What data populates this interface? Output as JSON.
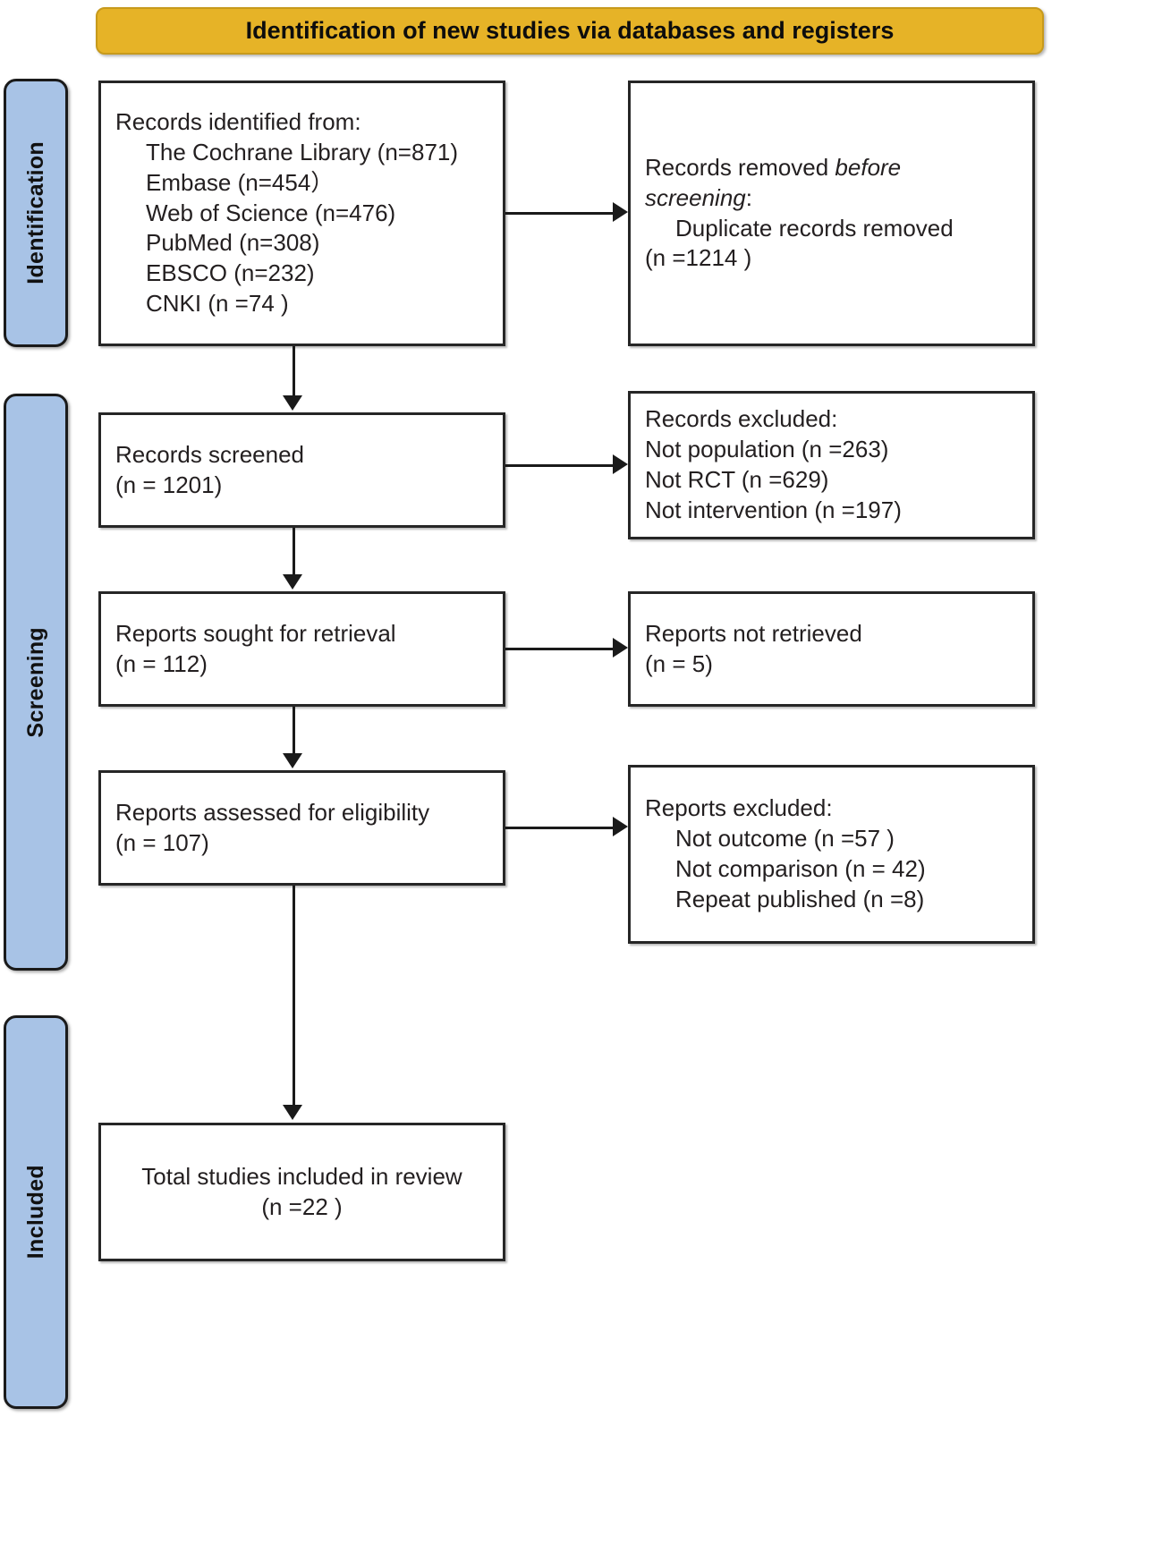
{
  "banner": {
    "title": "Identification of new studies via databases and registers",
    "color": "#e6b327"
  },
  "stages": [
    {
      "label": "Identification"
    },
    {
      "label": "Screening"
    },
    {
      "label": "Included"
    }
  ],
  "boxes": {
    "identified": {
      "lines": [
        {
          "text": "Records identified from:",
          "indent": 0
        },
        {
          "text": "The Cochrane Library (n=871)",
          "indent": 1
        },
        {
          "text": "Embase (n=454）",
          "indent": 1
        },
        {
          "text": "Web of Science (n=476)",
          "indent": 1
        },
        {
          "text": "PubMed (n=308)",
          "indent": 1
        },
        {
          "text": "EBSCO (n=232)",
          "indent": 1
        },
        {
          "text": "CNKI (n =74 )",
          "indent": 1
        }
      ]
    },
    "removed_before_screening": {
      "lead_plain": "Records removed ",
      "lead_italic_1": "before",
      "lead_italic_2": "screening",
      "lead_colon": ":",
      "lines": [
        {
          "text": "Duplicate records removed",
          "indent": 1
        },
        {
          "text": "(n =1214 )",
          "indent": 1
        }
      ]
    },
    "records_screened": {
      "lines": [
        {
          "text": "Records screened",
          "indent": 0
        },
        {
          "text": "(n = 1201)",
          "indent": 0
        }
      ]
    },
    "records_excluded": {
      "lines": [
        {
          "text": "Records excluded:",
          "indent": 0
        },
        {
          "text": "Not population (n =263)",
          "indent": 0
        },
        {
          "text": "Not RCT (n =629)",
          "indent": 0
        },
        {
          "text": "Not intervention (n =197)",
          "indent": 0
        }
      ]
    },
    "reports_sought": {
      "lines": [
        {
          "text": "Reports sought for retrieval",
          "indent": 0
        },
        {
          "text": "(n = 112)",
          "indent": 0
        }
      ]
    },
    "reports_not_retrieved": {
      "lines": [
        {
          "text": "Reports not retrieved",
          "indent": 0
        },
        {
          "text": "(n = 5)",
          "indent": 0
        }
      ]
    },
    "reports_assessed": {
      "lines": [
        {
          "text": "Reports assessed for eligibility",
          "indent": 0
        },
        {
          "text": "(n = 107)",
          "indent": 0
        }
      ]
    },
    "reports_excluded": {
      "lines": [
        {
          "text": "Reports excluded:",
          "indent": 0
        },
        {
          "text": "Not outcome (n =57 )",
          "indent": 1
        },
        {
          "text": "Not comparison (n = 42)",
          "indent": 1
        },
        {
          "text": "Repeat published (n =8)",
          "indent": 1
        }
      ]
    },
    "total_included": {
      "lines": [
        {
          "text": "Total studies included in review",
          "indent": 0
        },
        {
          "text": "(n =22 )",
          "indent": 0,
          "center": true
        }
      ]
    }
  }
}
